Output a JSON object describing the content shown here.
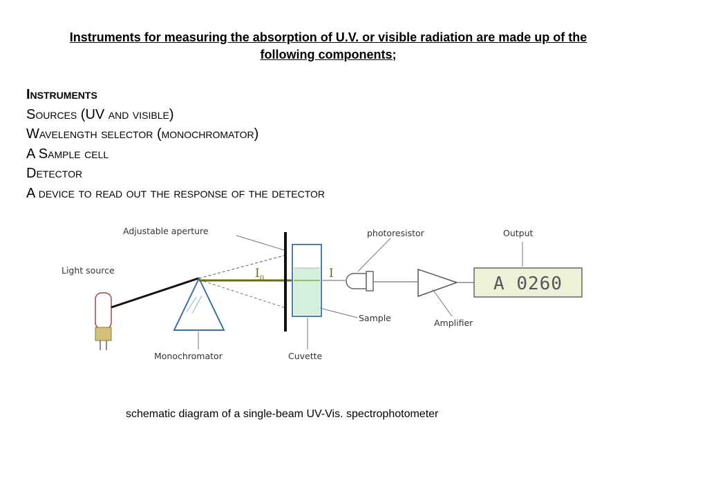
{
  "heading": {
    "line1": "Instruments for measuring the absorption of U.V. or visible radiation are made up of the",
    "line2": "following components;"
  },
  "items": [
    "Instruments",
    "Sources (UV and visible)",
    "Wavelength selector (monochromator)",
    "A Sample cell",
    "Detector",
    "A device to read out the response of the detector"
  ],
  "diagram": {
    "labels": {
      "adjustable_aperture": "Adjustable aperture",
      "photoresistor": "photoresistor",
      "output": "Output",
      "light_source": "Light source",
      "i0": "I",
      "i0_sub": "0",
      "i": "I",
      "sample": "Sample",
      "amplifier": "Amplifier",
      "monochromator": "Monochromator",
      "cuvette": "Cuvette"
    },
    "display_value": "A 0260",
    "colors": {
      "beam": "#6b6b1a",
      "prism": "#3a6ea5",
      "sample_liquid": "#d4f0dc",
      "display_bg": "#eef1d8"
    }
  },
  "caption": "schematic diagram of a single-beam UV-Vis. spectrophotometer"
}
